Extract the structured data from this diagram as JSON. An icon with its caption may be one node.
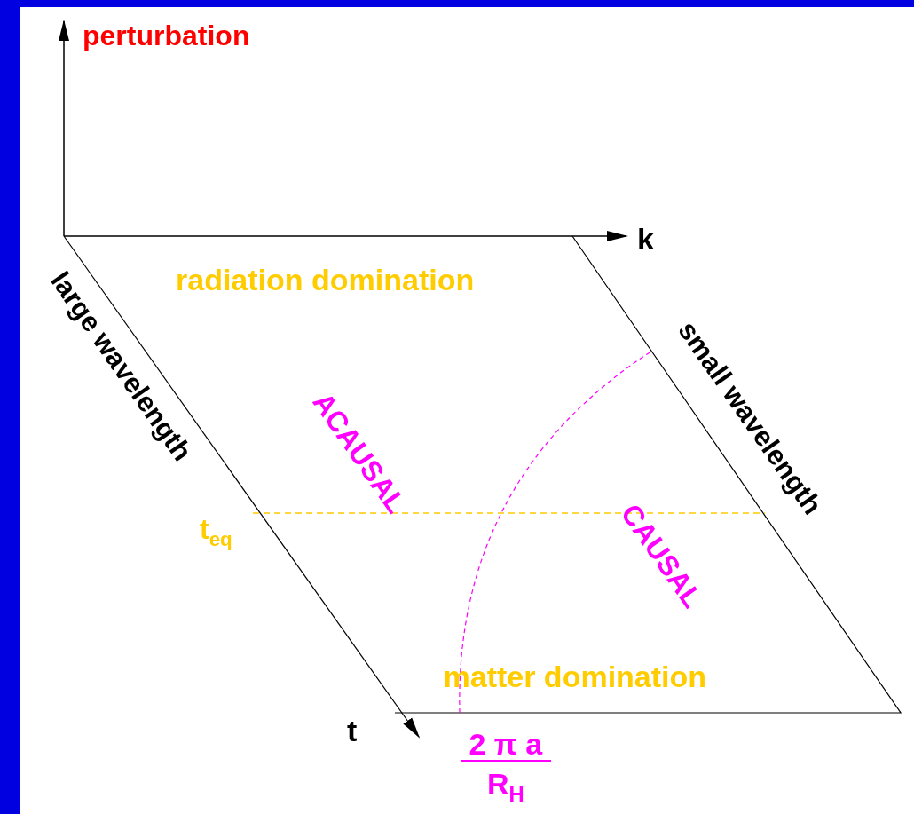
{
  "diagram": {
    "labels": [
      "perturbation",
      "k",
      "radiation domination",
      "large wavelength",
      "small wavelength",
      "ACAUSAL",
      "t$_{eq}$",
      "CAUSAL",
      "matter domination",
      "t",
      "2 π a",
      "R$_{H}$"
    ]
  }
}
